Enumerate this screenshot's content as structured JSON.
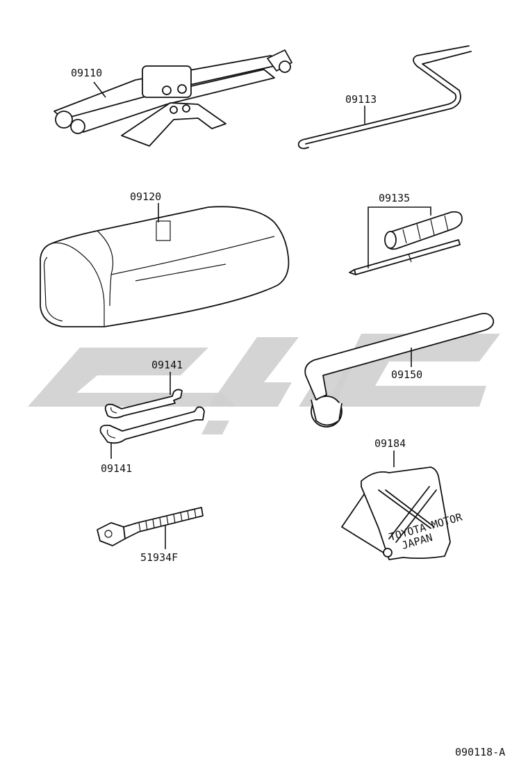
{
  "diagram": {
    "callouts": [
      {
        "id": "jack",
        "label": "09110"
      },
      {
        "id": "jack-handle",
        "label": "09113"
      },
      {
        "id": "tool-bag",
        "label": "09120"
      },
      {
        "id": "screwdriver",
        "label": "09135"
      },
      {
        "id": "wrench-upper",
        "label": "09141"
      },
      {
        "id": "wrench-lower",
        "label": "09141"
      },
      {
        "id": "wheel-nut-wrench",
        "label": "09150"
      },
      {
        "id": "wheel-chock",
        "label": "09184"
      },
      {
        "id": "bolt",
        "label": "51934F"
      }
    ],
    "chock_imprint": [
      "TOYOTA MOTOR",
      "JAPAN"
    ],
    "drawing_number": "090118-A",
    "watermark_icon": "arabic-logo-watermark",
    "colors": {
      "line": "#111111",
      "background": "#ffffff",
      "watermark": "#cfcfcf"
    }
  }
}
